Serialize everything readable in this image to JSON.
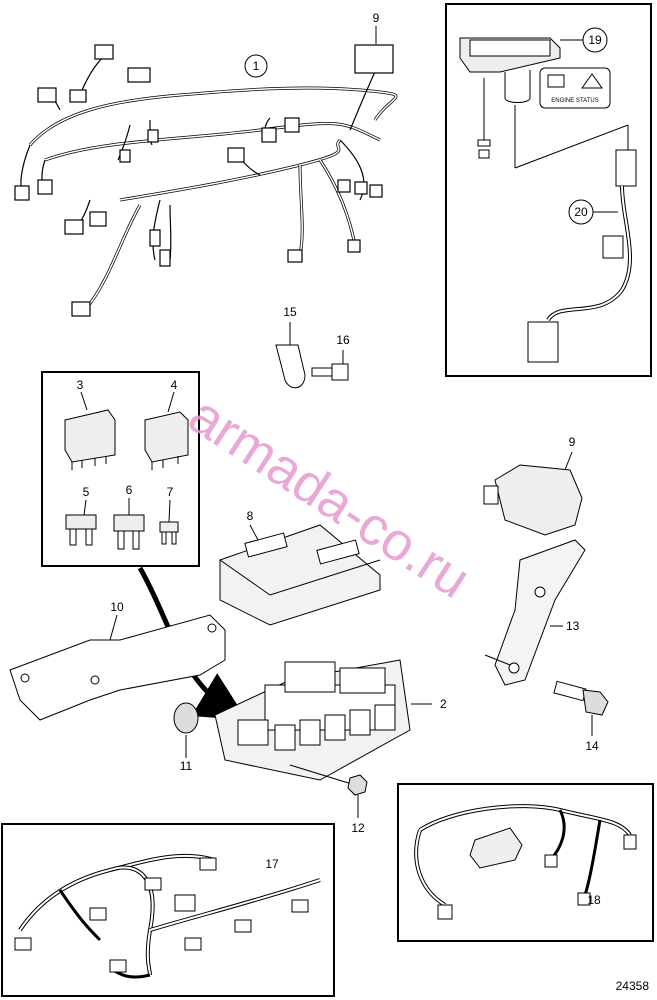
{
  "watermark": "armada-co.ru",
  "figure_number": "24358",
  "panel_text": {
    "engine_status": "ENGINE STATUS"
  },
  "callouts": {
    "c1": "1",
    "c2": "2",
    "c3": "3",
    "c4": "4",
    "c5": "5",
    "c6": "6",
    "c7": "7",
    "c8": "8",
    "c9a": "9",
    "c9b": "9",
    "c10": "10",
    "c11": "11",
    "c12": "12",
    "c13": "13",
    "c14": "14",
    "c15": "15",
    "c16": "16",
    "c17": "17",
    "c18": "18",
    "c19": "19",
    "c20": "20"
  },
  "colors": {
    "line": "#000000",
    "fill": "#f2f2f2",
    "watermark": "#e79ad0",
    "arrow": "#000000"
  }
}
